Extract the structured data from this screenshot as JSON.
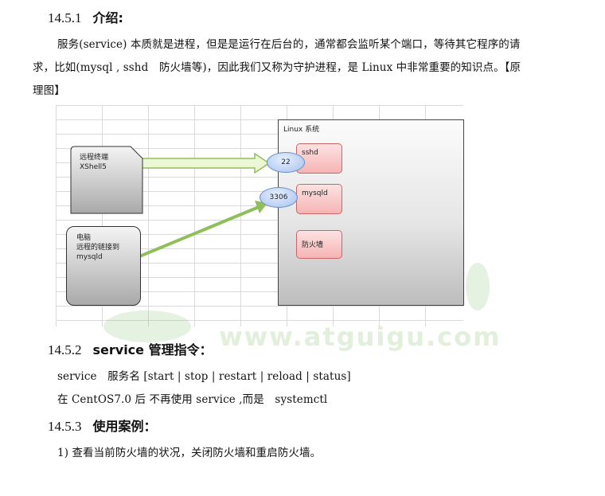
{
  "sections": [
    {
      "number": "14.5.1",
      "title": "介绍:"
    },
    {
      "number": "14.5.2",
      "title": "service 管理指令："
    },
    {
      "number": "14.5.3",
      "title": "使用案例："
    }
  ],
  "intro": {
    "line1": "服务(service) 本质就是进程，但是是运行在后台的，通常都会监听某个端口，等待其它程序的请",
    "line2": "求，比如(mysql , sshd　防火墙等)，因此我们又称为守护进程，是 Linux 中非常重要的知识点。【原",
    "line3": "理图】"
  },
  "diagram": {
    "linux_label": "Linux 系统",
    "services": [
      "sshd",
      "mysqld",
      "防火墙"
    ],
    "ports": [
      "22",
      "3306"
    ],
    "client1": {
      "line1": "远程终端",
      "line2": "XShell5"
    },
    "client2": {
      "line1": "电脑",
      "line2": "远程的链接到",
      "line3": "mysqld"
    }
  },
  "commands": {
    "syntax": "service　服务名 [start | stop | restart | reload | status]",
    "note": "在 CentOS7.0 后 不再使用 service ,而是　systemctl"
  },
  "example": {
    "item1": "1) 查看当前防火墙的状况，关闭防火墙和重启防火墙。"
  },
  "watermark": "www.atguigu.com",
  "colors": {
    "service_fill": "#f6b4b4",
    "port_fill": "#a7c1ee",
    "arrow_green": "#8fbf5a"
  }
}
